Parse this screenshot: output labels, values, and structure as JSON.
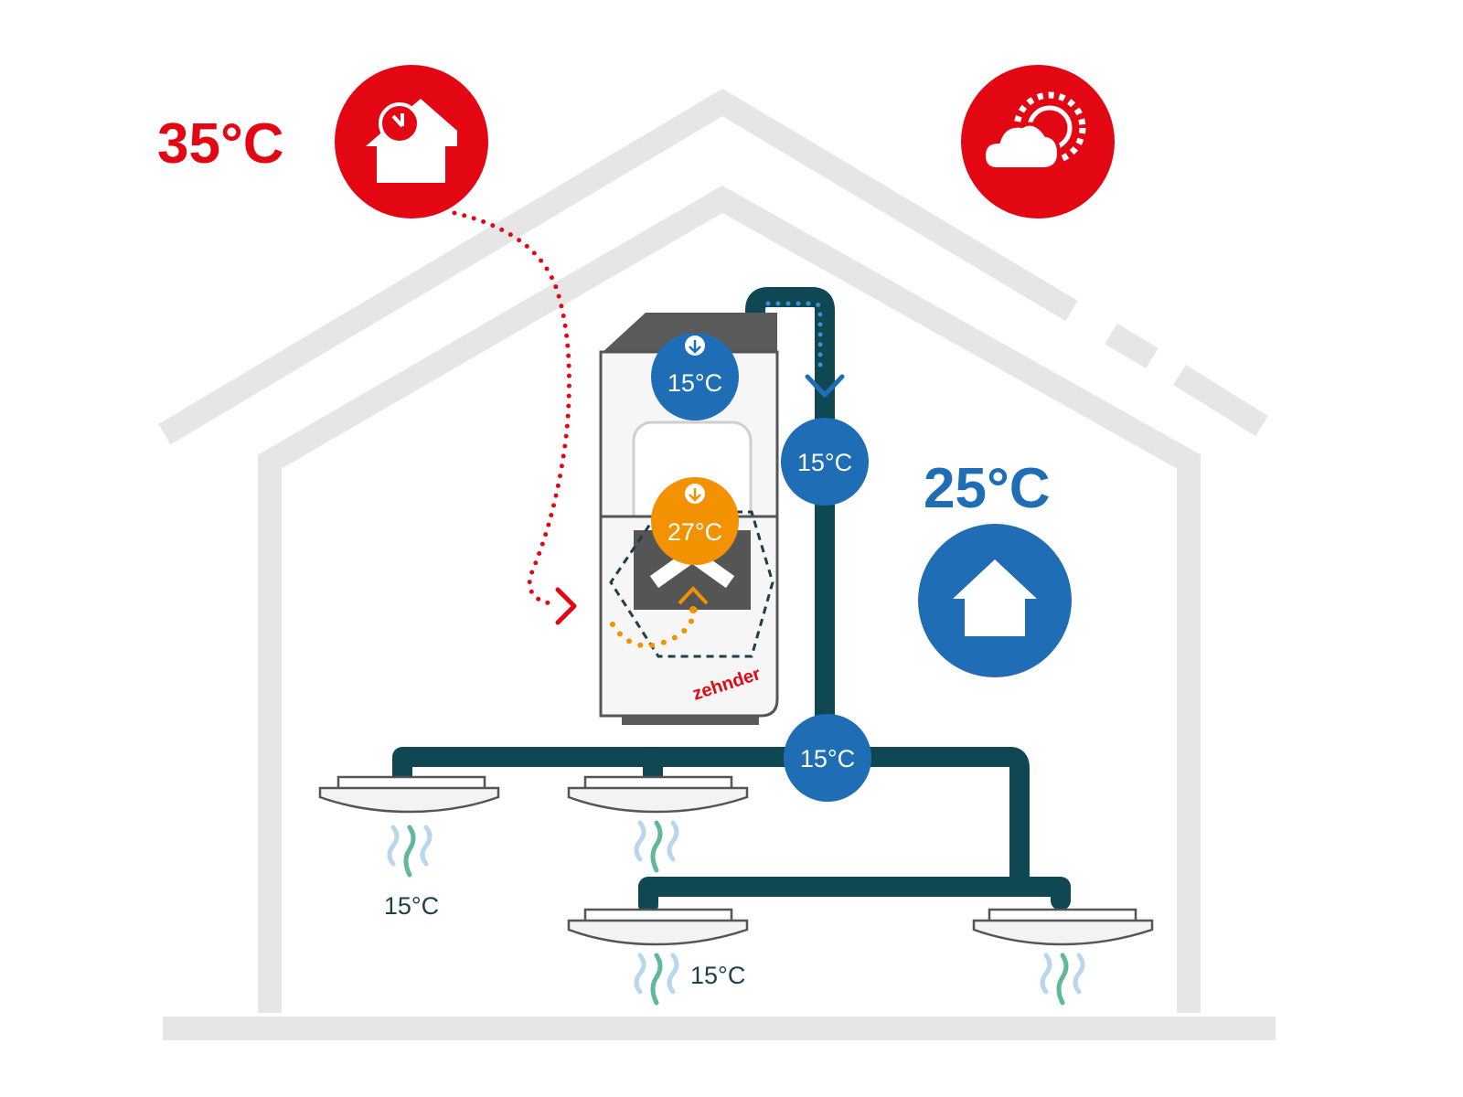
{
  "colors": {
    "red": "#e30613",
    "blue": "#1f6db5",
    "orange": "#f39200",
    "duct": "#0f4752",
    "house_outline": "#e6e6e6",
    "unit_body": "#f4f4f4",
    "unit_dark": "#555555",
    "text_dark": "#1d3f4a",
    "wave_blue": "#b9d6ee",
    "wave_green": "#5fb89a"
  },
  "outdoor": {
    "temperature": "35°C",
    "icon": "heat-house-clock-icon",
    "weather_icon": "sun-cloud-icon"
  },
  "indoor": {
    "temperature": "25°C",
    "icon": "home-icon"
  },
  "unit": {
    "brand": "zehnder",
    "top_circle_temp": "15°C",
    "exchanger_temp": "27°C"
  },
  "ducts": {
    "supply_circle_temp": "15°C",
    "junction_circle_temp": "15°C"
  },
  "outlets": [
    {
      "temp_label": "15°C"
    },
    {
      "temp_label": ""
    },
    {
      "temp_label": "15°C"
    },
    {
      "temp_label": ""
    }
  ]
}
